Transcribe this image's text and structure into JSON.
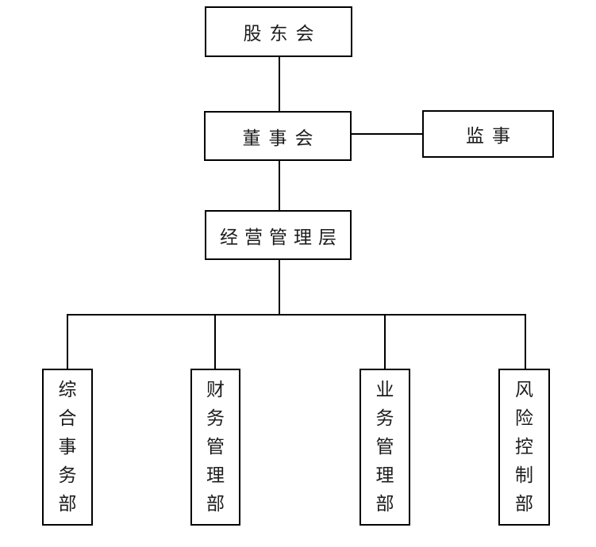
{
  "page": {
    "background_color": "#ffffff",
    "line_color": "#000000",
    "text_color": "#1c1c1c"
  },
  "org_chart": {
    "type": "organization-chart",
    "nodes": {
      "shareholders": {
        "label": "股东会",
        "level": 1
      },
      "board": {
        "label": "董事会",
        "level": 2
      },
      "supervisor": {
        "label": "监事",
        "level": 2
      },
      "management": {
        "label": "经营管理层",
        "level": 3
      },
      "dept_general_affairs": {
        "label": "综合事务部",
        "level": 4
      },
      "dept_finance": {
        "label": "财务管理部",
        "level": 4
      },
      "dept_business": {
        "label": "业务管理部",
        "level": 4
      },
      "dept_risk": {
        "label": "风险控制部",
        "level": 4
      }
    },
    "edges": [
      {
        "from": "shareholders",
        "to": "board"
      },
      {
        "from": "board",
        "to": "supervisor"
      },
      {
        "from": "board",
        "to": "management"
      },
      {
        "from": "management",
        "to": "dept_general_affairs"
      },
      {
        "from": "management",
        "to": "dept_finance"
      },
      {
        "from": "management",
        "to": "dept_business"
      },
      {
        "from": "management",
        "to": "dept_risk"
      }
    ]
  }
}
